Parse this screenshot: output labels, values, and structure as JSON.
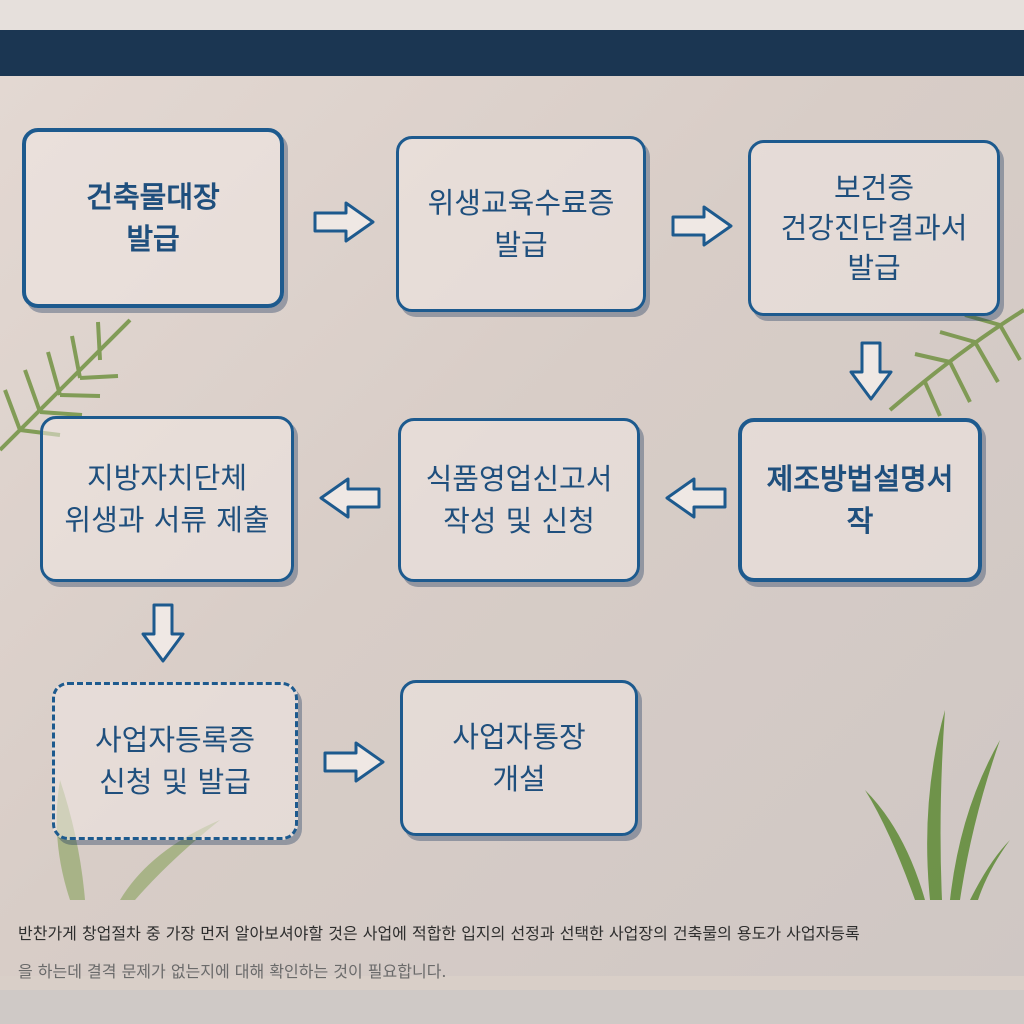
{
  "header": {
    "text": ""
  },
  "steps": [
    {
      "id": "s1",
      "lines": [
        "건축물대장",
        "발급"
      ]
    },
    {
      "id": "s2",
      "lines": [
        "위생교육수료증",
        "발급"
      ]
    },
    {
      "id": "s3",
      "lines": [
        "보건증",
        "건강진단결과서",
        "발급"
      ]
    },
    {
      "id": "s4",
      "lines": [
        "제조방법설명서",
        "작"
      ]
    },
    {
      "id": "s5",
      "lines": [
        "식품영업신고서",
        "작성 및 신청"
      ]
    },
    {
      "id": "s6",
      "lines": [
        "지방자치단체",
        "위생과 서류 제출"
      ]
    },
    {
      "id": "s7",
      "lines": [
        "사업자등록증",
        "신청 및 발급"
      ]
    },
    {
      "id": "s8",
      "lines": [
        "사업자통장",
        "개설"
      ]
    }
  ],
  "caption": {
    "line1": "반찬가게 창업절차 중 가장 먼저 알아보셔야할 것은 사업에 적합한 입지의 선정과 선택한 사업장의 건축물의 용도가 사업자등록",
    "line2": "을 하는데 결격 문제가 없는지에 대해 확인하는 것이 필요합니다."
  },
  "colors": {
    "accent": "#1d5a8e",
    "banner": "#1b3652",
    "leaf": "#6b8f3a"
  }
}
